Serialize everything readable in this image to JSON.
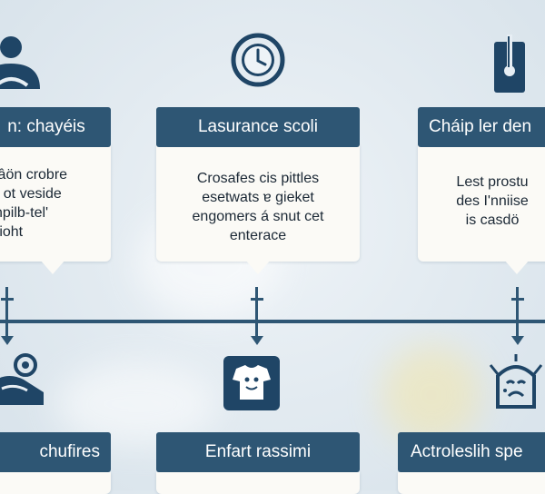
{
  "columns": [
    {
      "top_icon": "person-icon",
      "title": "n: chayéis",
      "lines": "iâön crobre\nr ot veside\nnpilb-tel'\nrioht",
      "bottom_icon": "device-icon",
      "bottom_title": "chufires"
    },
    {
      "top_icon": "clock-icon",
      "title": "Lasurance scoli",
      "lines": "Crosafes cis pittles\nesetwats ɐ gieket\nengomers á snut cet\nenterace",
      "bottom_icon": "baby-outfit-icon",
      "bottom_title": "Enfart rassimi"
    },
    {
      "top_icon": "thermometer-jar-icon",
      "title": "Cháip ler den",
      "lines": "Lest prostu\ndes I'nniise\nis casdö",
      "bottom_icon": "crying-child-icon",
      "bottom_title": "Actroleslih spe"
    }
  ],
  "colors": {
    "navy": "#2e5674",
    "card": "#fbfaf6",
    "icon": "#1f4566"
  }
}
